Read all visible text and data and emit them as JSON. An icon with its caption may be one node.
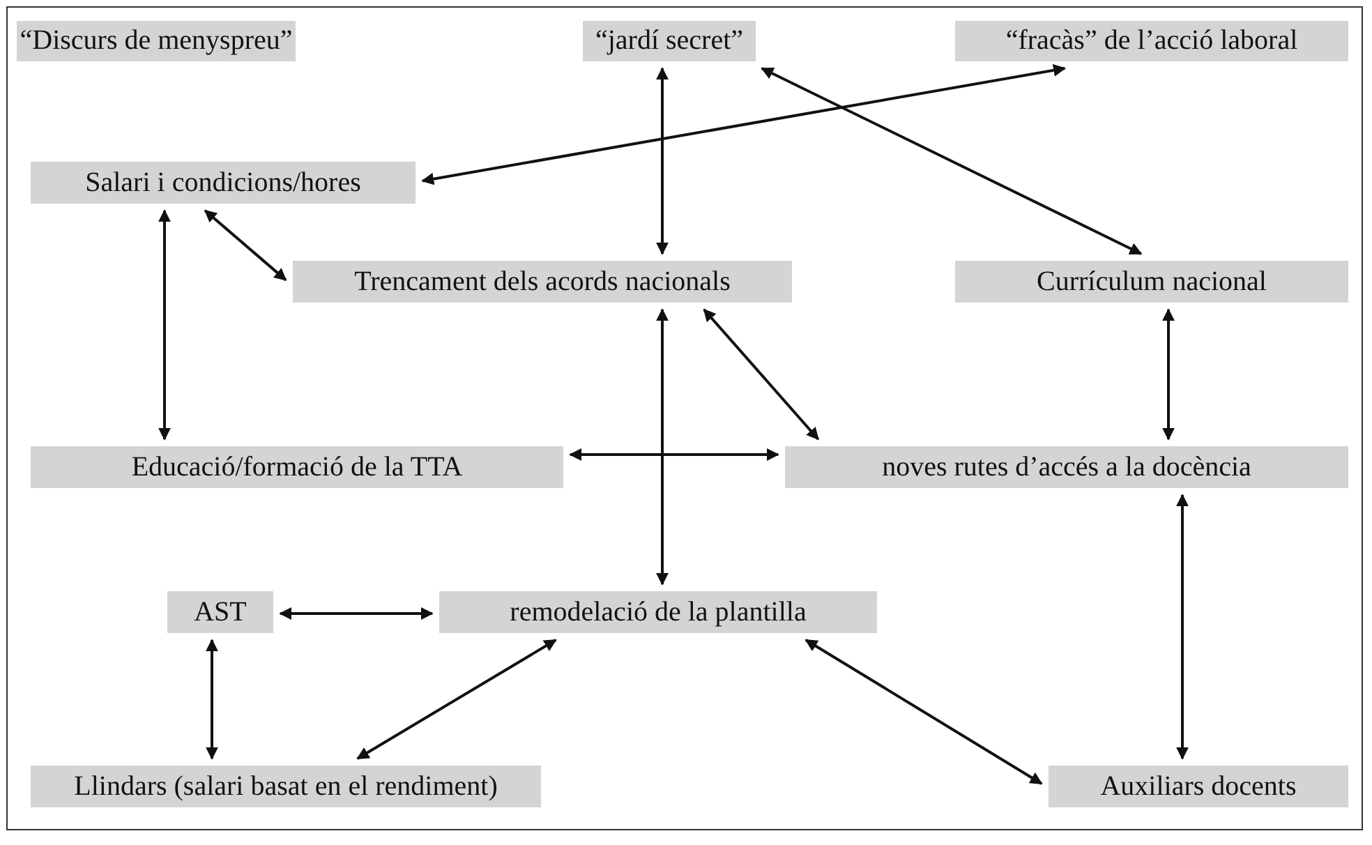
{
  "diagram": {
    "nodes": [
      {
        "text": [
          "“Discurs de menyspreu”"
        ]
      },
      {
        "text": [
          "“jardí secret”"
        ]
      },
      {
        "text": [
          "“fracàs” de l’acció laboral"
        ]
      },
      {
        "text": [
          "Salari i condicions/hores"
        ]
      },
      {
        "text": [
          "Trencament dels acords nacionals"
        ]
      },
      {
        "text": [
          "Currículum nacional"
        ]
      },
      {
        "text": [
          "Educació/formació de la TTA"
        ]
      },
      {
        "text": [
          "noves rutes d’accés a la docència"
        ]
      },
      {
        "text": [
          "AST"
        ]
      },
      {
        "text": [
          "remodelació de la plantilla"
        ]
      },
      {
        "text": [
          "Llindars (salari basat en el rendiment)"
        ]
      },
      {
        "text": [
          "Auxiliars docents"
        ]
      }
    ],
    "edges": [
      {
        "from": 1,
        "to": 4,
        "arrow": "both"
      },
      {
        "from": 2,
        "to": 3,
        "arrow": "both"
      },
      {
        "from": 1,
        "to": 5,
        "arrow": "both"
      },
      {
        "from": 3,
        "to": 4,
        "arrow": "both"
      },
      {
        "from": 3,
        "to": 6,
        "arrow": "both"
      },
      {
        "from": 4,
        "to": 7,
        "arrow": "both"
      },
      {
        "from": 5,
        "to": 7,
        "arrow": "both"
      },
      {
        "from": 6,
        "to": 7,
        "arrow": "both"
      },
      {
        "from": 4,
        "to": 9,
        "arrow": "both"
      },
      {
        "from": 8,
        "to": 9,
        "arrow": "both"
      },
      {
        "from": 8,
        "to": 10,
        "arrow": "both"
      },
      {
        "from": 9,
        "to": 10,
        "arrow": "both"
      },
      {
        "from": 9,
        "to": 11,
        "arrow": "both"
      },
      {
        "from": 7,
        "to": 11,
        "arrow": "both"
      }
    ]
  }
}
